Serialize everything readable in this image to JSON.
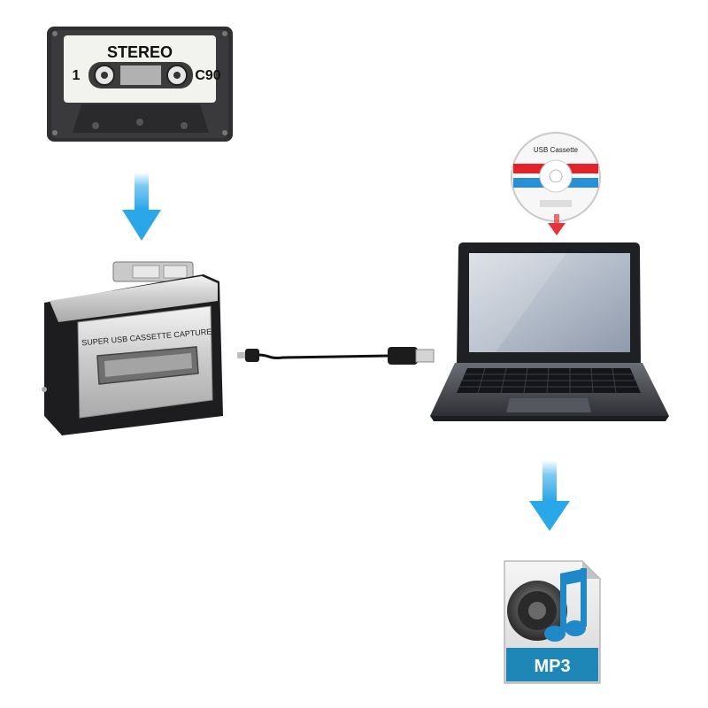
{
  "cassette": {
    "side_number": "1",
    "stereo_label": "STEREO",
    "tape_type": "C90"
  },
  "player": {
    "brand_text": "SUPER USB CASSETTE CAPTURE"
  },
  "cd": {
    "label": "USB Cassette"
  },
  "mp3_icon": {
    "label": "MP3"
  },
  "colors": {
    "arrow_blue": "#2aa7e8",
    "cd_red": "#e2232a",
    "cd_blue": "#2b8fd6",
    "mp3_badge": "#1f86b8",
    "cd_arrow_red": "#e2343a"
  }
}
